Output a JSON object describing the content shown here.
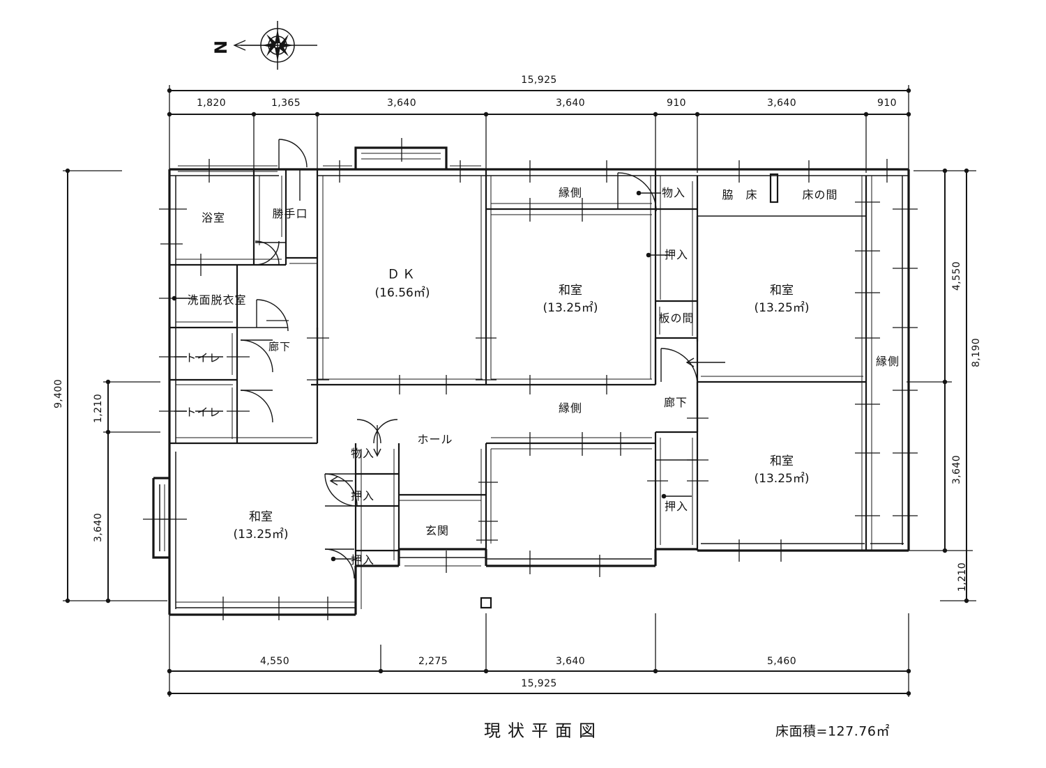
{
  "document": {
    "title": "現状平面図",
    "floor_area_label": "床面積=127.76㎡",
    "north_label": "N"
  },
  "dimensions": {
    "top_overall": "15,925",
    "top_segments": [
      "1,820",
      "1,365",
      "3,640",
      "3,640",
      "910",
      "3,640",
      "910"
    ],
    "bottom_overall": "15,925",
    "bottom_segments": [
      "4,550",
      "2,275",
      "3,640",
      "5,460"
    ],
    "left_overall": "9,400",
    "left_segments": [
      "1,210",
      "3,640"
    ],
    "right_overall": "8,190",
    "right_segments": [
      "4,550",
      "3,640"
    ],
    "right_lower": "1,210"
  },
  "rooms": [
    {
      "id": "bathroom",
      "name": "浴室",
      "area": null
    },
    {
      "id": "service-entrance",
      "name": "勝手口",
      "area": null
    },
    {
      "id": "washroom",
      "name": "洗面脱衣室",
      "area": null
    },
    {
      "id": "toilet-1",
      "name": "トイレ",
      "area": null
    },
    {
      "id": "toilet-2",
      "name": "トイレ",
      "area": null
    },
    {
      "id": "corridor-west",
      "name": "廊下",
      "area": null
    },
    {
      "id": "dk",
      "name": "ＤＫ",
      "area": "(16.56㎡)"
    },
    {
      "id": "washitsu-center",
      "name": "和室",
      "area": "(13.25㎡)"
    },
    {
      "id": "washitsu-ne",
      "name": "和室",
      "area": "(13.25㎡)"
    },
    {
      "id": "washitsu-se",
      "name": "和室",
      "area": "(13.25㎡)"
    },
    {
      "id": "washitsu-sw",
      "name": "和室",
      "area": "(13.25㎡)"
    },
    {
      "id": "veranda-north",
      "name": "縁側",
      "area": null
    },
    {
      "id": "veranda-south",
      "name": "縁側",
      "area": null
    },
    {
      "id": "veranda-east",
      "name": "縁側",
      "area": null
    },
    {
      "id": "storage-north",
      "name": "物入",
      "area": null
    },
    {
      "id": "storage-hall",
      "name": "物入",
      "area": null
    },
    {
      "id": "closet-center",
      "name": "押入",
      "area": null
    },
    {
      "id": "closet-hall",
      "name": "押入",
      "area": null
    },
    {
      "id": "closet-sw",
      "name": "押入",
      "area": null
    },
    {
      "id": "closet-se",
      "name": "押入",
      "area": null
    },
    {
      "id": "ita-no-ma",
      "name": "板の間",
      "area": null
    },
    {
      "id": "waki-doko",
      "name": "脇　床",
      "area": null
    },
    {
      "id": "toko-no-ma",
      "name": "床の間",
      "area": null
    },
    {
      "id": "corridor-east",
      "name": "廊下",
      "area": null
    },
    {
      "id": "hall",
      "name": "ホール",
      "area": null
    },
    {
      "id": "genkan",
      "name": "玄関",
      "area": null
    }
  ],
  "colors": {
    "line": "#151515",
    "paper": "#ffffff",
    "thin": "#1a1a1a"
  }
}
